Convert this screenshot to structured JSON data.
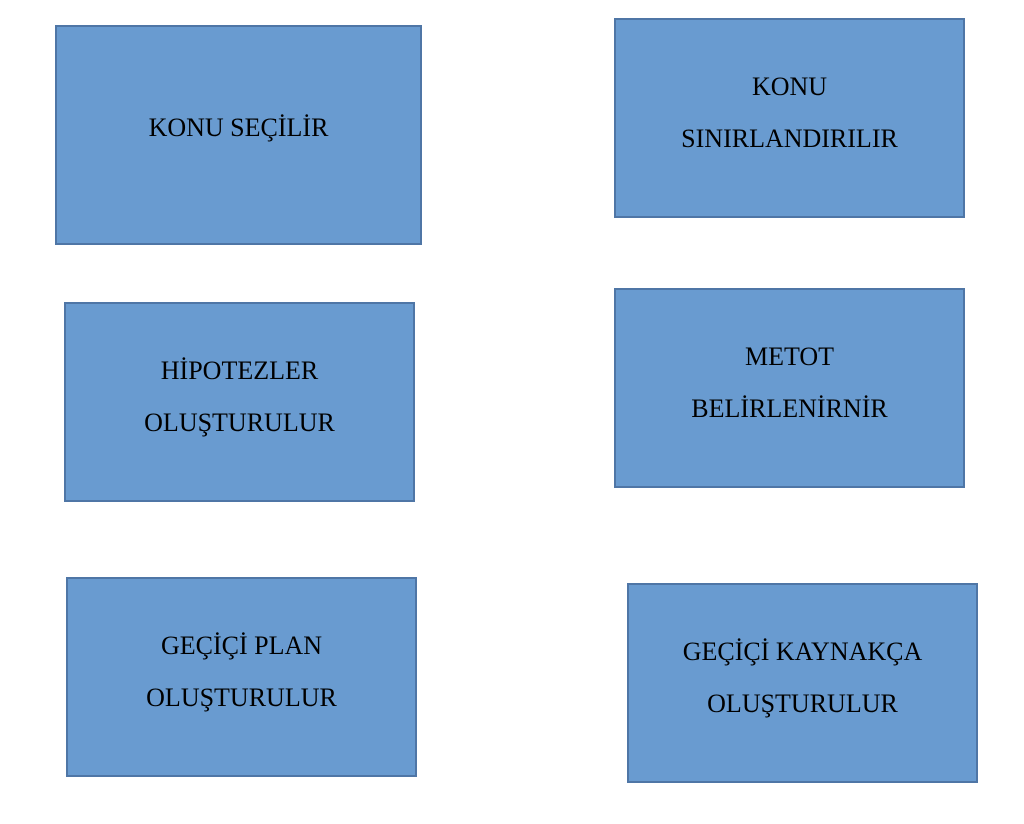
{
  "colors": {
    "box_fill": "#699bd0",
    "box_border": "#4f76a6"
  },
  "boxes": [
    {
      "lines": [
        "KONU SEÇİLİR"
      ]
    },
    {
      "lines": [
        "KONU",
        "SINIRLANDIRILIR"
      ]
    },
    {
      "lines": [
        "HİPOTEZLER",
        "OLUŞTURULUR"
      ]
    },
    {
      "lines": [
        "METOT",
        "BELİRLENİRNİR"
      ]
    },
    {
      "lines": [
        "GEÇİÇİ PLAN",
        "OLUŞTURULUR"
      ]
    },
    {
      "lines": [
        "GEÇİÇİ KAYNAKÇA",
        "OLUŞTURULUR"
      ]
    }
  ]
}
